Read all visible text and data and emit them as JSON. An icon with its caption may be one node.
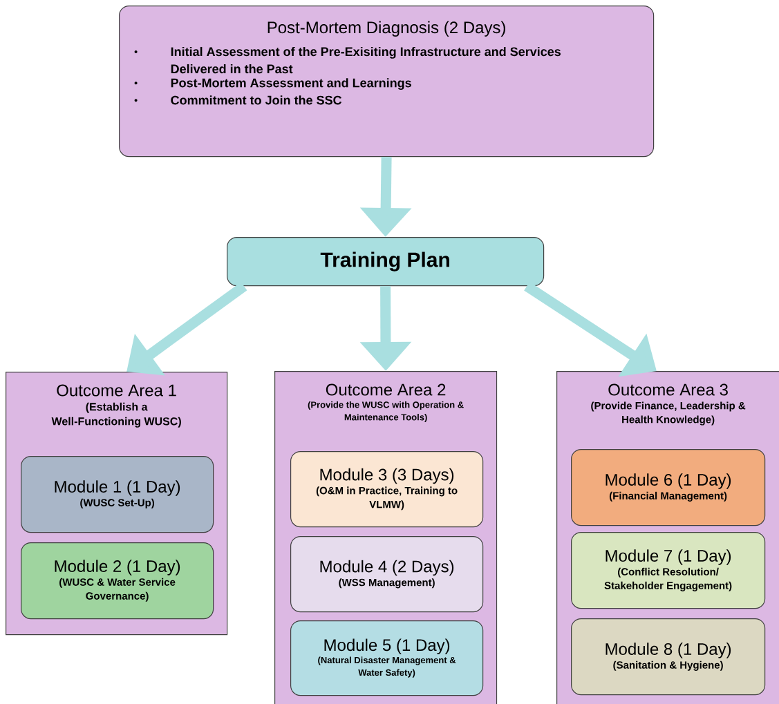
{
  "diagram": {
    "nodes": [
      {
        "text": [
          "Post-Mortem Diagnosis (2 Days)",
          "Initial Assessment of the Pre-Exisiting Infrastructure and Services Delivered in the Past",
          "Post-Mortem Assessment and Learnings",
          "Commitment to Join the SSC"
        ]
      },
      {
        "text": [
          "Training Plan"
        ]
      },
      {
        "text": [
          "Outcome Area 1",
          "(Establish a Well-Functioning WUSC)"
        ]
      },
      {
        "text": [
          "Module 1 (1 Day)",
          "(WUSC Set-Up)"
        ],
        "in": 2
      },
      {
        "text": [
          "Module 2 (1 Day)",
          "(WUSC & Water Service Governance)"
        ],
        "in": 2
      },
      {
        "text": [
          "Outcome Area 2",
          "(Provide the WUSC with Operation & Maintenance Tools)"
        ]
      },
      {
        "text": [
          "Module 3 (3 Days)",
          "(O&M in Practice, Training to VLMW)"
        ],
        "in": 5
      },
      {
        "text": [
          "Module 4 (2 Days)",
          "(WSS Management)"
        ],
        "in": 5
      },
      {
        "text": [
          "Module 5 (1 Day)",
          "(Natural Disaster Management & Water Safety)"
        ],
        "in": 5
      },
      {
        "text": [
          "Outcome Area 3",
          "(Provide Finance, Leadership & Health Knowledge)"
        ]
      },
      {
        "text": [
          "Module 6 (1 Day)",
          "(Financial Management)"
        ],
        "in": 9
      },
      {
        "text": [
          "Module 7 (1 Day)",
          "(Conflict Resolution/ Stakeholder Engagement)"
        ],
        "in": 9
      },
      {
        "text": [
          "Module 8 (1 Day)",
          "(Sanitation & Hygiene)"
        ],
        "in": 9
      }
    ],
    "edges": [
      {
        "from": 0,
        "to": 1,
        "arrow": "to"
      },
      {
        "from": 1,
        "to": 2,
        "arrow": "to"
      },
      {
        "from": 1,
        "to": 5,
        "arrow": "to"
      },
      {
        "from": 1,
        "to": 9,
        "arrow": "to"
      }
    ]
  }
}
